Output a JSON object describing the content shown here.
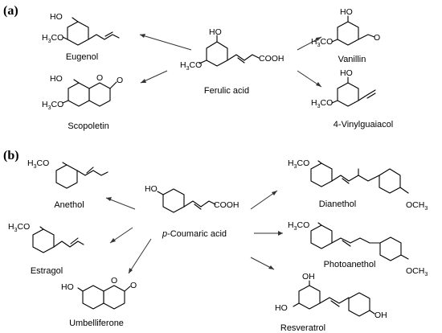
{
  "panels": [
    "(a)",
    "(b)"
  ],
  "compounds": {
    "eugenol": "Eugenol",
    "scopoletin": "Scopoletin",
    "ferulic_acid": "Ferulic acid",
    "vanillin": "Vanillin",
    "vinylguaiacol": "4-Vinylguaiacol",
    "anethol": "Anethol",
    "estragol": "Estragol",
    "coumaric_italic": "p",
    "coumaric_rest": "-Coumaric acid",
    "umbelliferone": "Umbelliferone",
    "dianethol": "Dianethol",
    "photoanethol": "Photoanethol",
    "resveratrol": "Resveratrol"
  },
  "atoms": {
    "ho": "HO",
    "oh": "OH",
    "h3co": "H3CO",
    "h3co_base": "H",
    "h3co_sub": "3",
    "h3co_co": "CO",
    "och3_base": "OCH",
    "och3_sub": "3",
    "o": "O",
    "cooh": "COOH"
  }
}
